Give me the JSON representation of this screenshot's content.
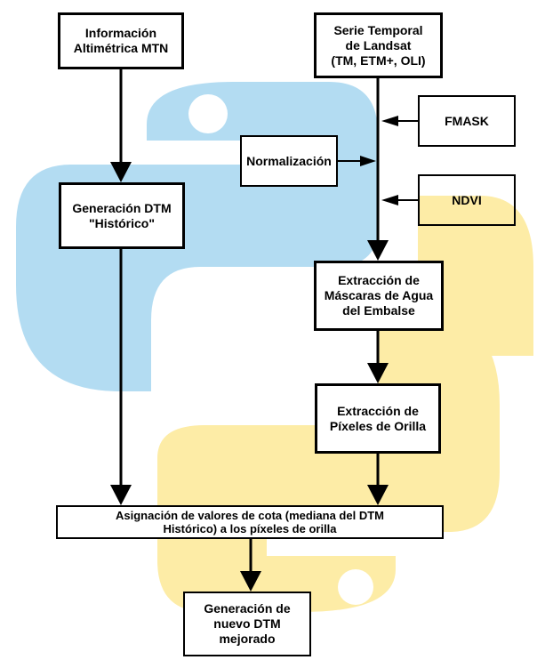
{
  "background": {
    "logo": "python-logo",
    "blue": "#b3dcf2",
    "yellow": "#fdeca6"
  },
  "boxes": {
    "mtn": "Información\nAltimétrica MTN",
    "landsat": "Serie Temporal\nde Landsat\n(TM, ETM+, OLI)",
    "fmask": "FMASK",
    "normalizacion": "Normalización",
    "ndvi": "NDVI",
    "dtm_historico": "Generación  DTM\n\"Histórico\"",
    "mascaras": "Extracción de\nMáscaras de Agua\ndel Embalse",
    "pixeles": "Extracción de\nPíxeles de Orilla",
    "asignacion": "Asignación de valores de cota (mediana del DTM\nHistórico) a los píxeles de orilla",
    "nuevo_dtm": "Generación de\nnuevo DTM\nmejorado"
  }
}
